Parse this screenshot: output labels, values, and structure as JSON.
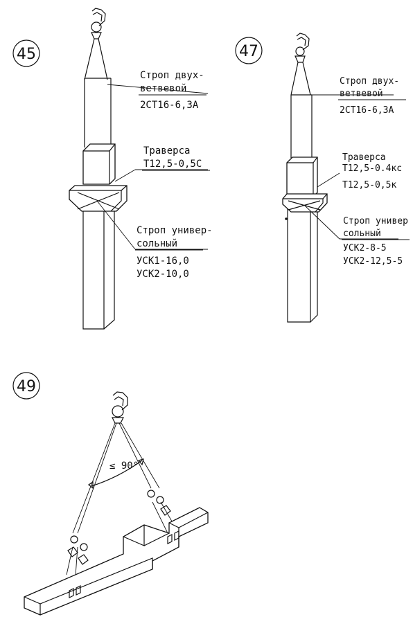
{
  "figures": [
    {
      "number": "45",
      "labels": {
        "sling_main_line1": "Строп двух-",
        "sling_main_line2": "ветвевой",
        "sling_main_code": "2СТ16-6,3А",
        "traverse_title": "Траверса",
        "traverse_code": "Т12,5-0,5С",
        "universal_line1": "Строп универ-",
        "universal_line2": "сольный",
        "universal_code1": "УСК1-16,0",
        "universal_code2": "УСК2-10,0"
      }
    },
    {
      "number": "47",
      "labels": {
        "sling_main_line1": "Строп двух-",
        "sling_main_line2": "ветвевой",
        "sling_main_code": "2СТ16-6,3А",
        "traverse_title": "Траверса",
        "traverse_code1": "Т12,5-0.4кс",
        "traverse_code2": "Т12,5-0,5к",
        "universal_line1": "Строп универ",
        "universal_line2": "сольный",
        "universal_code1": "УСК2-8-5",
        "universal_code2": "УСК2-12,5-5"
      }
    },
    {
      "number": "49",
      "labels": {
        "angle": "≤ 90°"
      }
    }
  ]
}
